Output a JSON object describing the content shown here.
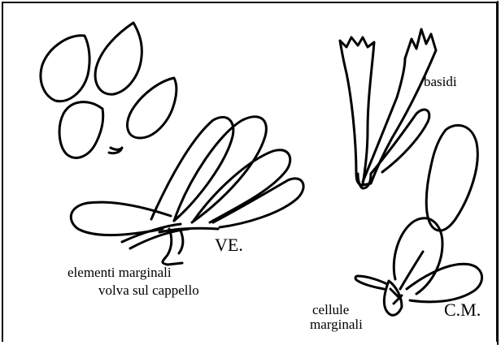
{
  "labels": {
    "basidi": "basidi",
    "ve": "VE.",
    "elementi_marginali": "elementi marginali",
    "volva_sul_cappello": "volva sul cappello",
    "cellule": "cellule",
    "marginali": "marginali",
    "cm": "C.M."
  },
  "colors": {
    "ink": "#000000",
    "background": "#ffffff"
  }
}
